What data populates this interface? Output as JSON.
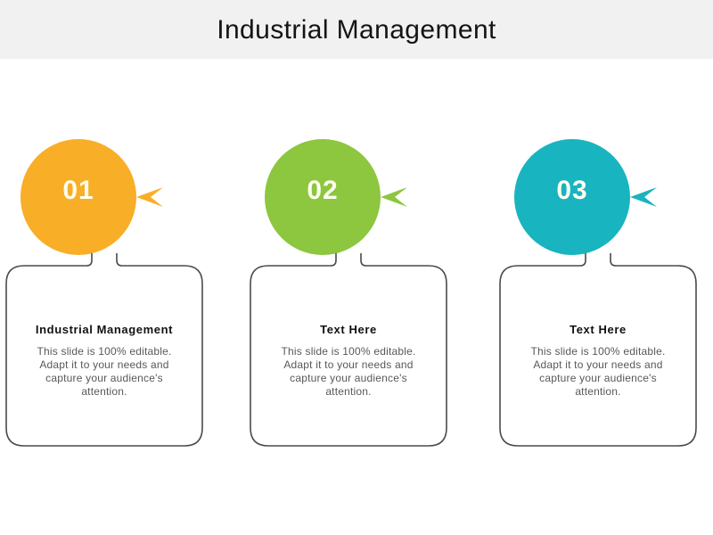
{
  "slide": {
    "title": "Industrial Management",
    "background_color": "#ffffff",
    "header_band_color": "#f1f1f1"
  },
  "items": [
    {
      "number": "01",
      "accent_color": "#f9ae28",
      "heading": "Industrial  Management",
      "body": "This slide is 100% editable. Adapt it to your needs and capture your audience's attention."
    },
    {
      "number": "02",
      "accent_color": "#8dc63f",
      "heading": "Text Here",
      "body": "This slide is 100% editable. Adapt it to your needs and capture your audience's attention."
    },
    {
      "number": "03",
      "accent_color": "#18b4c0",
      "heading": "Text Here",
      "body": "This slide is 100% editable. Adapt it to your needs and capture your audience's attention."
    }
  ],
  "style": {
    "card_border_color": "#4a4a4a",
    "number_text_color": "#fdfdf0",
    "heading_text_color": "#111111",
    "body_text_color": "#585858",
    "title_text_color": "#141414"
  }
}
